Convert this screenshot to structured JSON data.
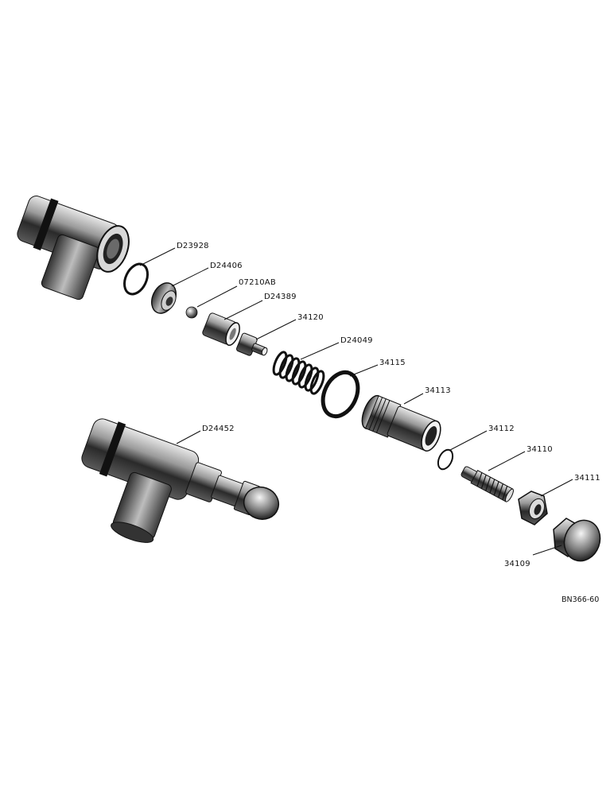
{
  "diagram": {
    "drawing_code": "BN366-60",
    "parts": [
      {
        "id": "tee-body",
        "label": ""
      },
      {
        "id": "o-ring-small",
        "label": "D23928"
      },
      {
        "id": "valve-seat",
        "label": "D24406"
      },
      {
        "id": "ball",
        "label": "07210AB"
      },
      {
        "id": "sleeve",
        "label": "D24389"
      },
      {
        "id": "plunger",
        "label": "34120"
      },
      {
        "id": "spring",
        "label": "D24049"
      },
      {
        "id": "o-ring-large",
        "label": "34115"
      },
      {
        "id": "valve-body",
        "label": "34113"
      },
      {
        "id": "o-ring-tiny",
        "label": "34112"
      },
      {
        "id": "adjusting-screw",
        "label": "34110"
      },
      {
        "id": "lock-nut",
        "label": "34111"
      },
      {
        "id": "cap-nut",
        "label": "34109"
      },
      {
        "id": "assembly",
        "label": "D24452"
      }
    ]
  }
}
